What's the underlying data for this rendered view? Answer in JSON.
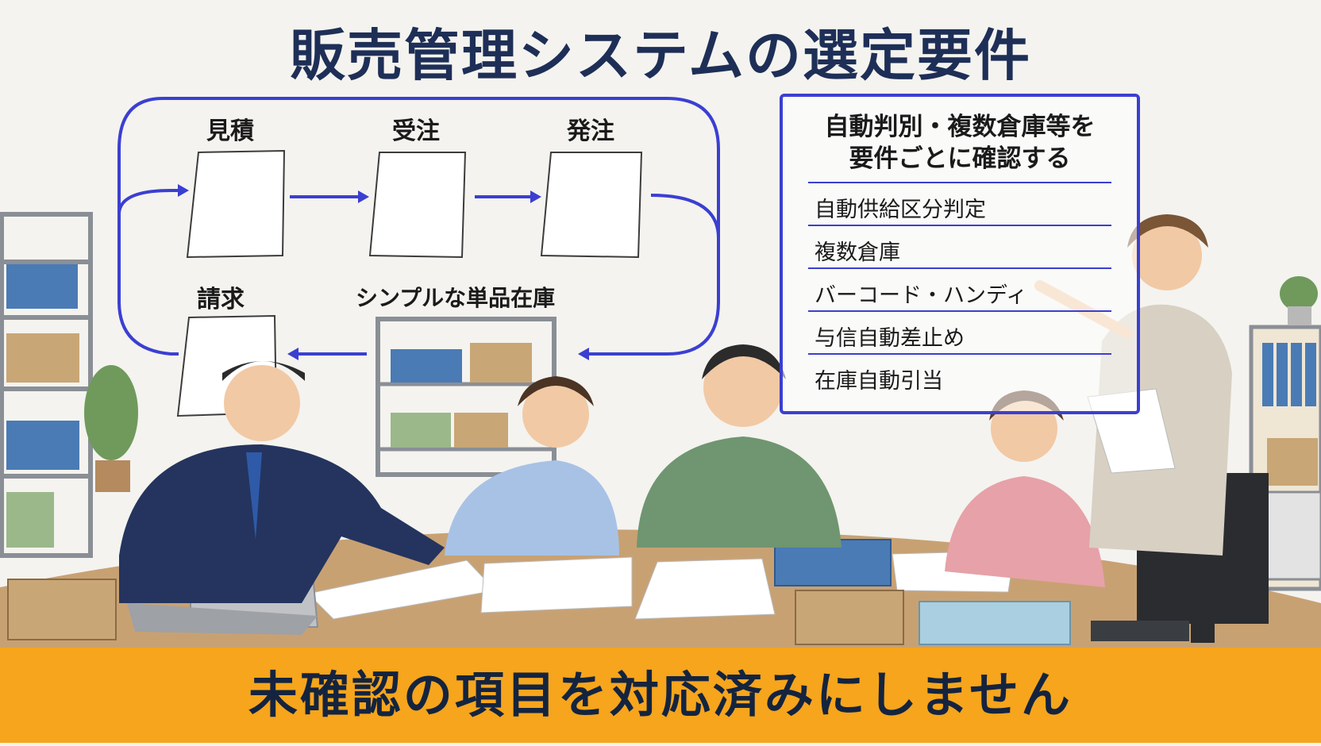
{
  "title": "販売管理システムの選定要件",
  "flow": {
    "step1": "見積",
    "step2": "受注",
    "step3": "発注",
    "step4": "請求",
    "inventory": "シンプルな単品在庫"
  },
  "requirements": {
    "heading_line1": "自動判別・複数倉庫等を",
    "heading_line2": "要件ごとに確認する",
    "items": [
      "自動供給区分判定",
      "複数倉庫",
      "バーコード・ハンディ",
      "与信自動差止め",
      "在庫自動引当"
    ]
  },
  "banner": "未確認の項目を対応済みにしません",
  "colors": {
    "flow_line": "#3b3fd1",
    "banner": "#f6a51c",
    "title": "#1e2f57"
  }
}
